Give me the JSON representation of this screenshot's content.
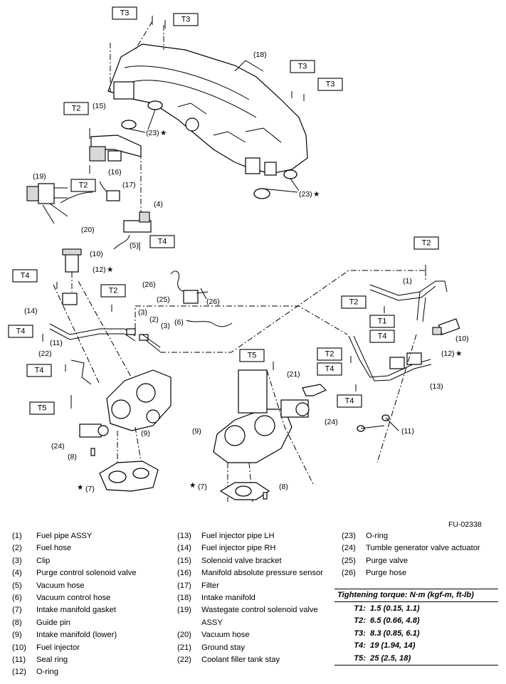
{
  "figure_code": "FU-02338",
  "callouts": {
    "c1": "(1)",
    "c2": "(2)",
    "c3a": "(3)",
    "c3b": "(3)",
    "c4": "(4)",
    "c5": "(5)",
    "c6": "(6)",
    "c7a": "(7)",
    "c7b": "(7)",
    "c8a": "(8)",
    "c8b": "(8)",
    "c9a": "(9)",
    "c9b": "(9)",
    "c10a": "(10)",
    "c10b": "(10)",
    "c11a": "(11)",
    "c11b": "(11)",
    "c12a": "(12)",
    "c12b": "(12)",
    "c13": "(13)",
    "c14": "(14)",
    "c15": "(15)",
    "c16": "(16)",
    "c17": "(17)",
    "c18": "(18)",
    "c19": "(19)",
    "c20": "(20)",
    "c21": "(21)",
    "c22": "(22)",
    "c23a": "(23)",
    "c23b": "(23)",
    "c24a": "(24)",
    "c24b": "(24)",
    "c25": "(25)",
    "c26a": "(26)",
    "c26b": "(26)",
    "star": "★"
  },
  "torque_tags": {
    "t3a": "T3",
    "t3b": "T3",
    "t3c": "T3",
    "t3d": "T3",
    "t2a": "T2",
    "t2b": "T2",
    "t2c": "T2",
    "t2d": "T2",
    "t2e": "T2",
    "t4a": "T4",
    "t4b": "T4",
    "t4c": "T4",
    "t4d": "T4",
    "t4e": "T4",
    "t4f": "T4",
    "t4g": "T4",
    "t1a": "T1",
    "t5a": "T5",
    "t5b": "T5"
  },
  "legend": {
    "col1": [
      {
        "num": "(1)",
        "text": "Fuel pipe ASSY"
      },
      {
        "num": "(2)",
        "text": "Fuel hose"
      },
      {
        "num": "(3)",
        "text": "Clip"
      },
      {
        "num": "(4)",
        "text": "Purge control solenoid valve"
      },
      {
        "num": "(5)",
        "text": "Vacuum hose"
      },
      {
        "num": "(6)",
        "text": "Vacuum control hose"
      },
      {
        "num": "(7)",
        "text": "Intake manifold gasket"
      },
      {
        "num": "(8)",
        "text": "Guide pin"
      },
      {
        "num": "(9)",
        "text": "Intake manifold (lower)"
      },
      {
        "num": "(10)",
        "text": "Fuel injector"
      },
      {
        "num": "(11)",
        "text": "Seal ring"
      },
      {
        "num": "(12)",
        "text": "O-ring"
      }
    ],
    "col2": [
      {
        "num": "(13)",
        "text": "Fuel injector pipe LH"
      },
      {
        "num": "(14)",
        "text": "Fuel injector pipe RH"
      },
      {
        "num": "(15)",
        "text": "Solenoid valve bracket"
      },
      {
        "num": "(16)",
        "text": "Manifold absolute pressure sensor"
      },
      {
        "num": "(17)",
        "text": "Filter"
      },
      {
        "num": "(18)",
        "text": "Intake manifold"
      },
      {
        "num": "(19)",
        "text": "Wastegate control solenoid valve ASSY"
      },
      {
        "num": "(20)",
        "text": "Vacuum hose"
      },
      {
        "num": "(21)",
        "text": "Ground stay"
      },
      {
        "num": "(22)",
        "text": "Coolant filler tank stay"
      }
    ],
    "col3": [
      {
        "num": "(23)",
        "text": "O-ring"
      },
      {
        "num": "(24)",
        "text": "Tumble generator valve actuator"
      },
      {
        "num": "(25)",
        "text": "Purge valve"
      },
      {
        "num": "(26)",
        "text": "Purge hose"
      }
    ]
  },
  "torque": {
    "title": "Tightening torque: N·m (kgf-m, ft-lb)",
    "rows": [
      {
        "key": "T1:",
        "value": "1.5 (0.15, 1.1)"
      },
      {
        "key": "T2:",
        "value": "6.5 (0.66, 4.8)"
      },
      {
        "key": "T3:",
        "value": "8.3 (0.85, 6.1)"
      },
      {
        "key": "T4:",
        "value": "19 (1.94, 14)"
      },
      {
        "key": "T5:",
        "value": "25 (2.5, 18)"
      }
    ]
  }
}
